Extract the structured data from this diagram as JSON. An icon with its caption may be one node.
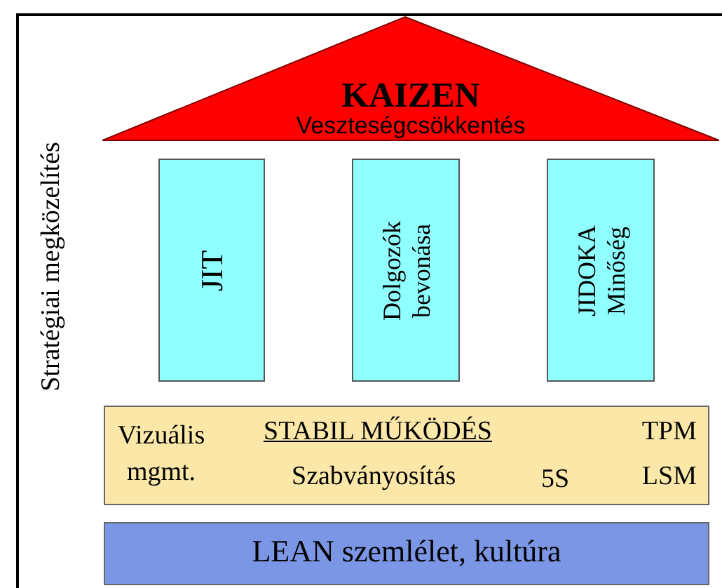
{
  "diagram": {
    "nodes": [
      {
        "text": [
          "KAIZEN",
          "Veszteségcsökkentés"
        ]
      },
      {
        "text": [
          "JIT"
        ]
      },
      {
        "text": [
          "Dolgozók bevonása"
        ]
      },
      {
        "text": [
          "JIDOKA Minőség"
        ]
      },
      {
        "text": [
          "Vizuális mgmt.",
          "STABIL MŰKÖDÉS",
          "TPM",
          "Szabványosítás",
          "5S",
          "LSM"
        ]
      },
      {
        "text": [
          "LEAN szemlélet, kultúra"
        ]
      }
    ],
    "labels": [
      "Stratégiai megközelítés"
    ]
  }
}
